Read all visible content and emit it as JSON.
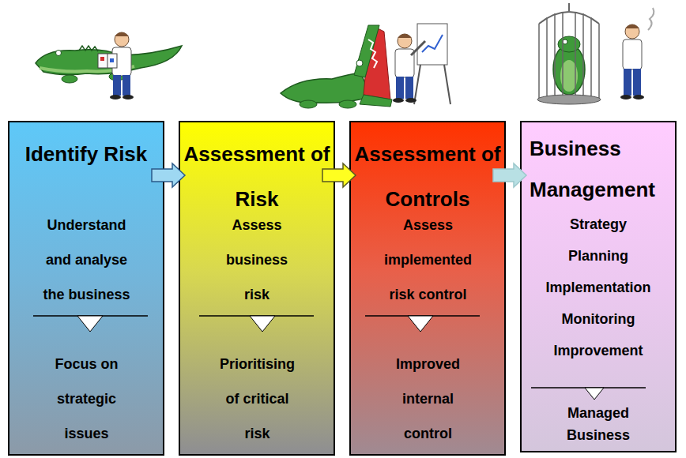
{
  "diagram": {
    "nodes": [
      {
        "text": [
          "Identify Risk",
          "Understand and analyse the business",
          "Focus on strategic issues"
        ]
      },
      {
        "text": [
          "Assessment of Risk",
          "Assess business risk",
          "Prioritising of critical risk"
        ]
      },
      {
        "text": [
          "Assessment of Controls",
          "Assess implemented risk control",
          "Improved internal control"
        ]
      },
      {
        "text": [
          "Business Management",
          "Strategy",
          "Planning",
          "Implementation",
          "Monitoring",
          "Improvement",
          "Managed Business"
        ]
      }
    ],
    "edges": [
      {
        "from": 0,
        "to": 1,
        "arrow": "to"
      },
      {
        "from": 1,
        "to": 2,
        "arrow": "to"
      },
      {
        "from": 2,
        "to": 3,
        "arrow": "to"
      }
    ]
  }
}
